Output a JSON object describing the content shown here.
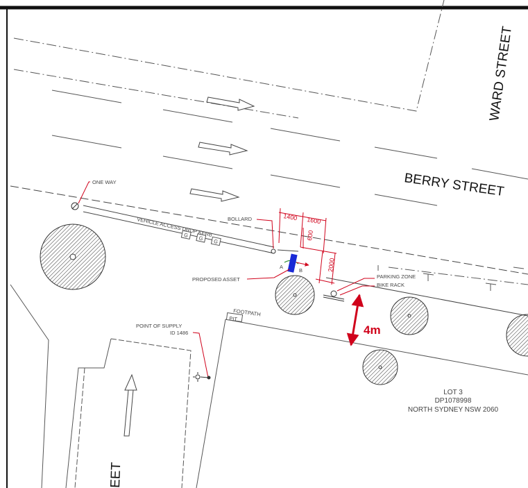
{
  "streets": {
    "berry": "BERRY STREET",
    "ward": "WARD STREET",
    "bottom_fragment": "EET"
  },
  "labels": {
    "one_way": "ONE WAY",
    "vehicle_access": "VEHICLE ACCESS DROP KERB",
    "bollard": "BOLLARD",
    "proposed_asset": "PROPOSED ASSET",
    "parking_zone": "PARKING ZONE",
    "bike_rack": "BIKE RACK",
    "footpath": "FOOTPATH",
    "pit": "PIT",
    "point_of_supply": "POINT OF SUPPLY",
    "point_of_supply_id": "ID 1486",
    "marker_a": "A",
    "marker_b": "B",
    "kerb_marker": "G"
  },
  "dimensions": {
    "d1400": "1400",
    "d1600": "1600",
    "d600": "600",
    "d2000": "2000",
    "clearance": "4m"
  },
  "lot": {
    "line1": "LOT 3",
    "line2": "DP1078998",
    "line3": "NORTH SYDNEY NSW 2060"
  },
  "colors": {
    "annotation_red": "#d0021b",
    "asset_blue": "#1a2ad6",
    "linework": "#555555"
  }
}
